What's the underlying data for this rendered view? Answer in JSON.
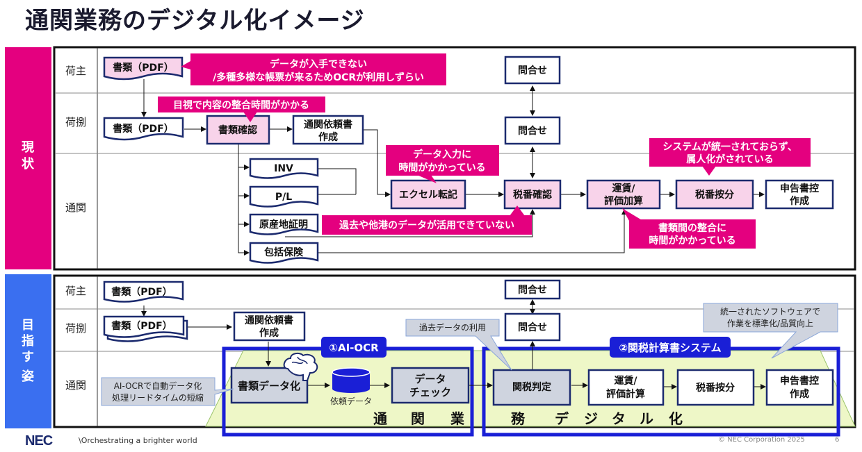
{
  "title": "通関業務のデジタル化イメージ",
  "colors": {
    "current": "#e4007f",
    "future": "#3a6ff0",
    "navy": "#1b2a6e",
    "pink_fill": "#f8d3ea",
    "gray_fill": "#cfd4df",
    "green_fill": "#eef7c7",
    "blue_frame": "#1a1fd6"
  },
  "current": {
    "label": [
      "現",
      "状"
    ],
    "lanes": [
      "荷主",
      "荷捌",
      "通関"
    ],
    "boxes": {
      "shipper_doc": "書類（PDF）",
      "handler_doc": "書類（PDF）",
      "doc_check": "書類確認",
      "request_form": [
        "通関依頼書",
        "作成"
      ],
      "inquiry1": "問合せ",
      "inquiry2": "問合せ",
      "inv": "INV",
      "pl": "P/L",
      "origin": "原産地証明",
      "insurance": "包括保険",
      "excel": "エクセル転記",
      "hs_check": "税番確認",
      "freight": [
        "運賃/",
        "評価加算"
      ],
      "hs_alloc": "税番按分",
      "declaration": [
        "申告書控",
        "作成"
      ]
    },
    "callouts": {
      "no_data": [
        "データが入手できない",
        "/多種多様な帳票が来るためOCRが利用しずらい"
      ],
      "visual": "目視で内容の整合時間がかかる",
      "input_time": [
        "データ入力に",
        "時間がかかっている"
      ],
      "system": [
        "システムが統一されておらず、",
        "属人化がされている"
      ],
      "past_data": "過去や他港のデータが活用できていない",
      "consistency": [
        "書類間の整合に",
        "時間がかかっている"
      ]
    }
  },
  "future": {
    "label": [
      "目",
      "指",
      "す",
      "姿"
    ],
    "lanes": [
      "荷主",
      "荷捌",
      "通関"
    ],
    "boxes": {
      "shipper_doc": "書類（PDF）",
      "handler_doc": "書類（PDF）",
      "request_form": [
        "通関依頼書",
        "作成"
      ],
      "inquiry1": "問合せ",
      "inquiry2": "問合せ",
      "digitize": "書類データ化",
      "request_data": "依頼データ",
      "data_check": [
        "データ",
        "チェック"
      ],
      "tariff": "関税判定",
      "freight": [
        "運賃/",
        "評価計算"
      ],
      "hs_alloc": "税番按分",
      "declaration": [
        "申告書控",
        "作成"
      ]
    },
    "sections": {
      "ai_ocr": "①AI-OCR",
      "tax_system": "②関税計算書システム"
    },
    "banner": [
      "通",
      "関",
      "業",
      "務",
      "デ",
      "ジ",
      "タ",
      "ル",
      "化"
    ],
    "callouts": {
      "ai_ocr_note": [
        "AI-OCRで自動データ化",
        "処理リードタイムの短縮"
      ],
      "past_data": "過去データの利用",
      "unified": [
        "統一されたソフトウェアで",
        "作業を標準化/品質向上"
      ]
    }
  },
  "footer": {
    "logo": "NEC",
    "tagline": "\\Orchestrating a brighter world",
    "copyright": "© NEC Corporation 2025",
    "page": "6"
  }
}
